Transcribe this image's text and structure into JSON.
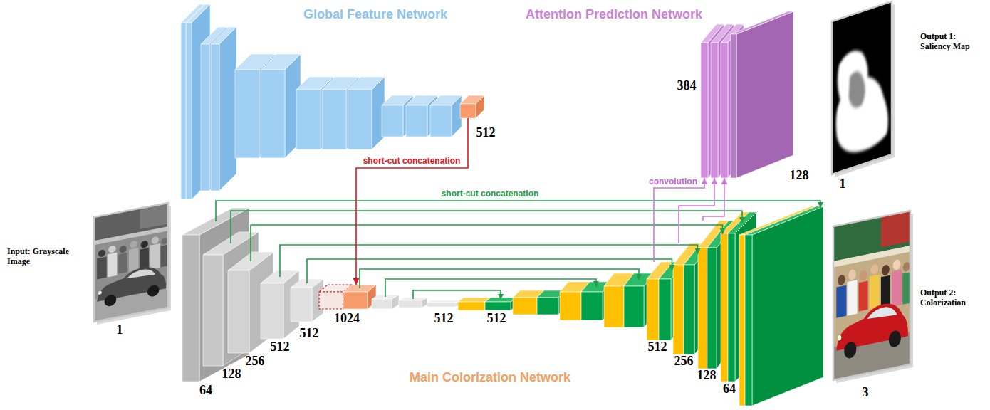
{
  "diagram": {
    "nodes": [
      {
        "text": [
          "Input: Grayscale Image",
          "1"
        ]
      },
      {
        "text": [
          "512"
        ]
      },
      {
        "text": [
          "1024"
        ]
      },
      {
        "text": [
          "512"
        ]
      },
      {
        "text": [
          "256"
        ]
      },
      {
        "text": [
          "128"
        ]
      },
      {
        "text": [
          "Attention Prediction Network",
          "384",
          "128"
        ]
      },
      {
        "text": [
          "Output 1: Saliency Map",
          "1"
        ]
      },
      {
        "text": [
          "Output 2: Colorization",
          "3"
        ]
      }
    ],
    "edges": [
      {
        "from": 1,
        "to": 2,
        "arrow": "to",
        "label": "short-cut concatenation"
      },
      {
        "from": 3,
        "to": 6,
        "arrow": "to",
        "label": "convolution"
      },
      {
        "from": 4,
        "to": 6,
        "arrow": "to"
      },
      {
        "from": 5,
        "to": 6,
        "arrow": "to"
      }
    ],
    "labels": [
      "Global Feature Network",
      "short-cut concatenation",
      "64",
      "128",
      "256",
      "512",
      "512",
      "512",
      "512",
      "Main Colorization Network",
      "64"
    ]
  }
}
